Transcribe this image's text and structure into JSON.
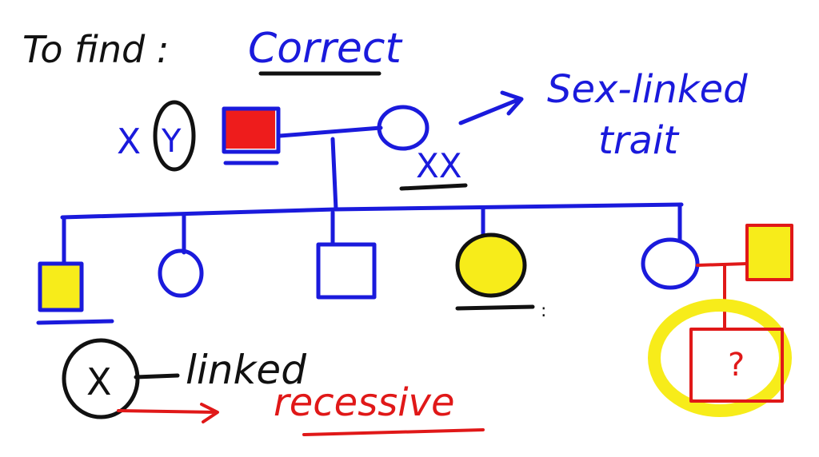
{
  "heading": {
    "to_find": "To find :",
    "correct": "Correct"
  },
  "annotations": {
    "sex_linked_line1": "Sex-linked",
    "sex_linked_line2": "trait",
    "father_genotype_x": "X",
    "father_genotype_y": "Y",
    "mother_genotype": "XX",
    "circled_x": "X",
    "linked": "linked",
    "recessive": "recessive",
    "unknown_child": "?"
  },
  "legend": {
    "affected_color": "#f7ec1a",
    "father_fill_color": "#ee1c1c",
    "highlight_color": "#f7ec1a",
    "blue_ink": "#1a1adc",
    "red_ink": "#e01818",
    "black_ink": "#111111"
  },
  "pedigree": {
    "parents": [
      {
        "id": "father",
        "shape": "square",
        "affected": true,
        "fill": "red"
      },
      {
        "id": "mother",
        "shape": "circle",
        "affected": false
      }
    ],
    "children": [
      {
        "id": "child-1",
        "shape": "square",
        "affected": true
      },
      {
        "id": "child-2",
        "shape": "circle",
        "affected": false
      },
      {
        "id": "child-3",
        "shape": "square",
        "affected": false
      },
      {
        "id": "child-4",
        "shape": "circle",
        "affected": true
      },
      {
        "id": "child-5",
        "shape": "circle",
        "affected": false
      }
    ],
    "spouse_of_child_5": {
      "shape": "square",
      "affected": true
    },
    "grandchild": {
      "shape": "square",
      "status": "unknown"
    }
  }
}
